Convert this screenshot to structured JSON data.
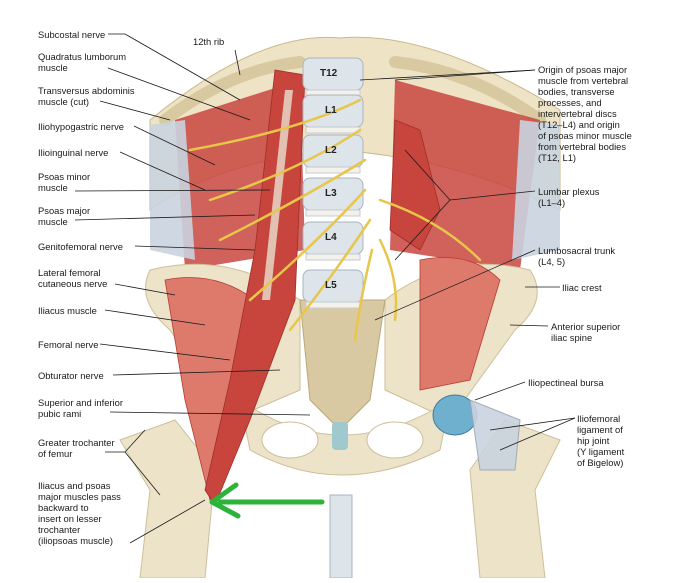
{
  "left_labels": [
    {
      "id": "subcostal",
      "text": "Subcostal nerve"
    },
    {
      "id": "quadratus",
      "text": "Quadratus lumborum\nmuscle"
    },
    {
      "id": "transversus",
      "text": "Transversus abdominis\nmuscle (cut)"
    },
    {
      "id": "iliohypogastric",
      "text": "Iliohypogastric nerve"
    },
    {
      "id": "ilioinguinal",
      "text": "Ilioinguinal nerve"
    },
    {
      "id": "psoasminor",
      "text": "Psoas minor\nmuscle"
    },
    {
      "id": "psoasmajor",
      "text": "Psoas major\nmuscle"
    },
    {
      "id": "genitofemoral",
      "text": "Genitofemoral nerve"
    },
    {
      "id": "latfemcut",
      "text": "Lateral femoral\ncutaneous nerve"
    },
    {
      "id": "iliacus",
      "text": "Iliacus muscle"
    },
    {
      "id": "femoral",
      "text": "Femoral nerve"
    },
    {
      "id": "obturator",
      "text": "Obturator nerve"
    },
    {
      "id": "pubicrami",
      "text": "Superior and inferior\npubic rami"
    },
    {
      "id": "trochanter",
      "text": "Greater trochanter\nof femur"
    },
    {
      "id": "iliopsoas",
      "text": "Iliacus and psoas\nmajor muscles pass\nbackward to\ninsert on lesser\ntrochanter\n(iliopsoas muscle)"
    }
  ],
  "top_label": "12th rib",
  "right_labels": [
    {
      "id": "origin",
      "text": "Origin of psoas major\nmuscle from vertebral\nbodies, transverse\nprocesses, and\nintervertebral discs\n(T12–L4) and origin\nof psoas minor muscle\nfrom vertebral bodies\n(T12, L1)"
    },
    {
      "id": "lumbarplexus",
      "text": "Lumbar plexus\n(L1–4)"
    },
    {
      "id": "lumbosacral",
      "text": "Lumbosacral trunk\n(L4, 5)"
    },
    {
      "id": "iliaccrest",
      "text": "Iliac crest"
    },
    {
      "id": "asis",
      "text": "Anterior superior\niliac spine"
    },
    {
      "id": "bursa",
      "text": "Iliopectineal bursa"
    },
    {
      "id": "iliofemoral",
      "text": "Iliofemoral\nligament of\nhip joint\n(Y ligament\nof Bigelow)"
    }
  ],
  "vertebrae": [
    "T12",
    "L1",
    "L2",
    "L3",
    "L4",
    "L5"
  ],
  "colors": {
    "muscle": "#c8453e",
    "muscle_light": "#de7a6c",
    "bone": "#ece3c9",
    "bone_shadow": "#cdbf98",
    "nerve": "#e8c64a",
    "tendon": "#c9d3df",
    "bursa": "#6fb0cf",
    "arrow": "#2db33a",
    "leader": "#1a1a1a"
  }
}
